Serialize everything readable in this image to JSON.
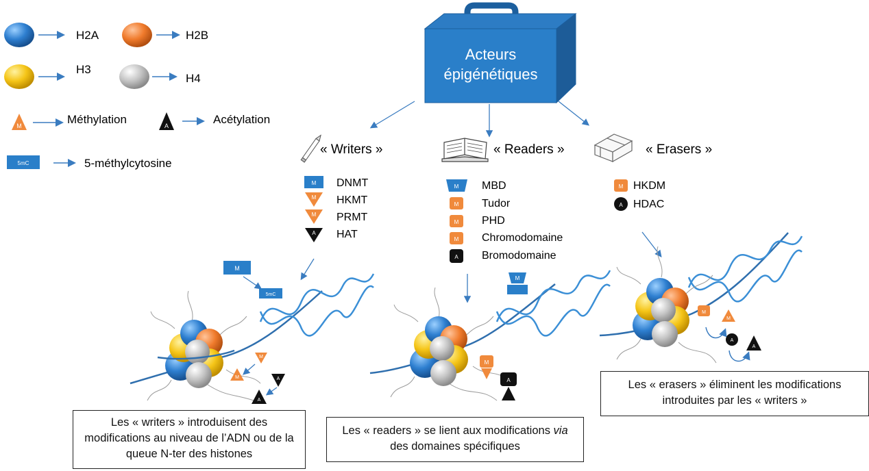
{
  "colors": {
    "h2a": "#2e7fd0",
    "h2b": "#f07b2c",
    "h3": "#f5c518",
    "h4": "#c4c4c4",
    "box_blue": "#2a7fc9",
    "arrow_blue": "#3a7cc0",
    "methyl_orange": "#f08a3c",
    "acetyl_black": "#111111"
  },
  "legend": {
    "h2a": "H2A",
    "h2b": "H2B",
    "h3": "H3",
    "h4": "H4",
    "methylation": "Méthylation",
    "acetylation": "Acétylation",
    "fivemc": "5-méthylcytosine",
    "fivemc_badge": "5mC",
    "m_letter": "M",
    "a_letter": "A"
  },
  "box": {
    "line1": "Acteurs",
    "line2": "épigénétiques"
  },
  "writers": {
    "title": "« Writers »",
    "icon": "pencil-icon",
    "items": [
      "DNMT",
      "HKMT",
      "PRMT",
      "HAT"
    ]
  },
  "readers": {
    "title": "« Readers »",
    "icon": "book-icon",
    "items": [
      "MBD",
      "Tudor",
      "PHD",
      "Chromodomaine",
      "Bromodomaine"
    ]
  },
  "erasers": {
    "title": "« Erasers »",
    "icon": "eraser-icon",
    "items": [
      "HKDM",
      "HDAC"
    ]
  },
  "captions": {
    "writers": "Les « writers » introduisent des modifications au niveau de l’ADN ou de la queue N-ter des histones",
    "readers_pre": "Les « readers » se lient aux modifications ",
    "readers_via": "via",
    "readers_post": " des domaines spécifiques",
    "erasers": "Les « erasers » éliminent les modifications introduites par les « writers »"
  }
}
